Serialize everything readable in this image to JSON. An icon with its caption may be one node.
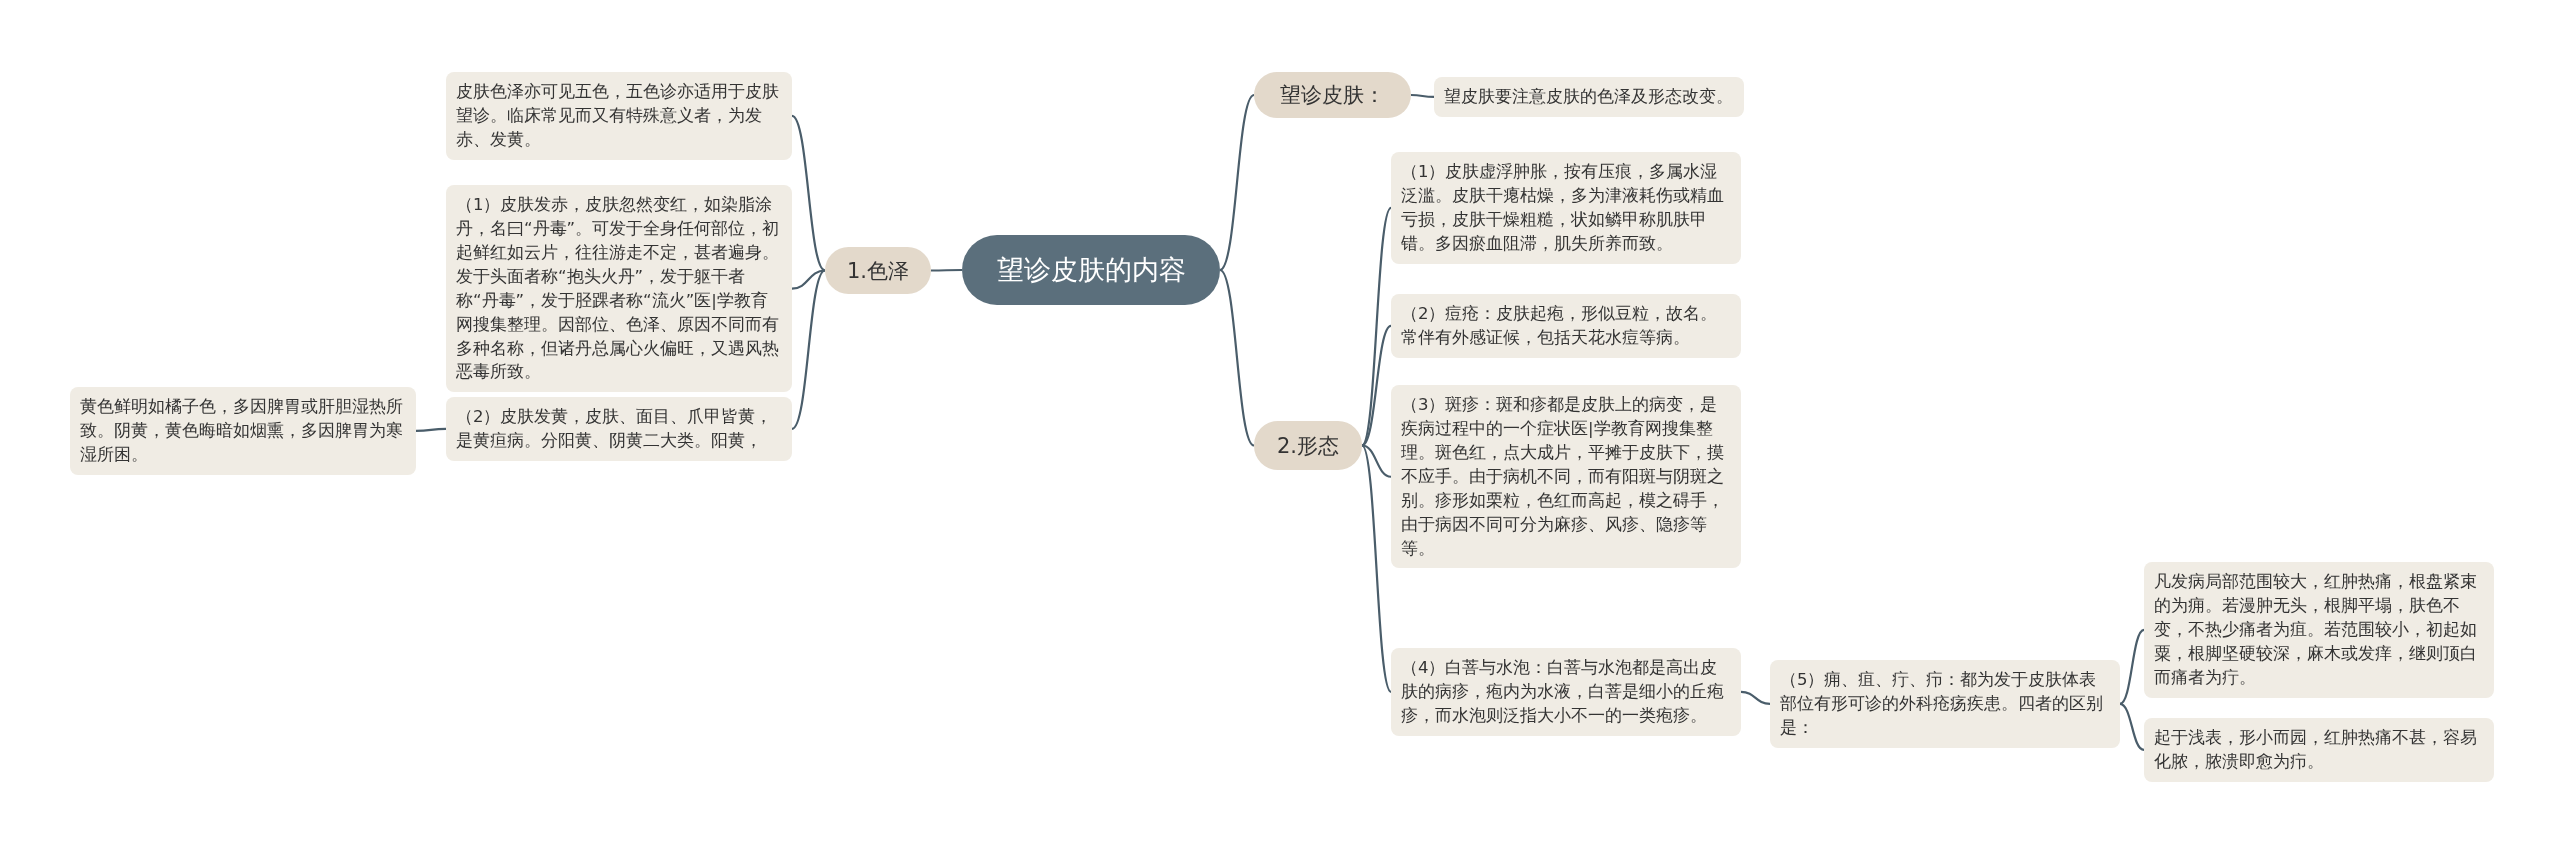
{
  "diagram": {
    "nodes": [
      {
        "text": [
          "望诊皮肤的内容"
        ]
      },
      {
        "text": [
          "望诊皮肤："
        ]
      },
      {
        "text": [
          "望皮肤要注意皮肤的色泽及形态改变。"
        ]
      },
      {
        "text": [
          "1.色泽"
        ]
      },
      {
        "text": [
          "皮肤色泽亦可见五色，五色诊亦适用于皮肤望诊。临床常见而又有特殊意义者，为发赤、发黄。"
        ]
      },
      {
        "text": [
          "（1）皮肤发赤，皮肤忽然变红，如染脂涂丹，名曰“丹毒”。可发于全身任何部位，初起鲜红如云片，往往游走不定，甚者遍身。发于头面者称“抱头火丹”，发于躯干者称“丹毒”，发于胫踝者称“流火”医|学教育网搜集整理。因部位、色泽、原因不同而有多种名称，但诸丹总属心火偏旺，又遇风热恶毒所致。"
        ]
      },
      {
        "text": [
          "（2）皮肤发黄，皮肤、面目、爪甲皆黄，是黄疸病。分阳黄、阴黄二大类。阳黄，"
        ]
      },
      {
        "text": [
          "黄色鲜明如橘子色，多因脾胃或肝胆湿热所致。阴黄，黄色晦暗如烟熏，多因脾胃为寒湿所困。"
        ]
      },
      {
        "text": [
          "2.形态"
        ]
      },
      {
        "text": [
          "（1）皮肤虚浮肿胀，按有压痕，多属水湿泛滥。皮肤干瘪枯燥，多为津液耗伤或精血亏损，皮肤干燥粗糙，状如鳞甲称肌肤甲错。多因瘀血阻滞，肌失所养而致。"
        ]
      },
      {
        "text": [
          "（2）痘疮：皮肤起疱，形似豆粒，故名。常伴有外感证候，包括天花水痘等病。"
        ]
      },
      {
        "text": [
          "（3）斑疹：斑和疹都是皮肤上的病变，是疾病过程中的一个症状医|学教育网搜集整理。斑色红，点大成片，平摊于皮肤下，摸不应手。由于病机不同，而有阳斑与阴斑之别。疹形如栗粒，色红而高起，模之碍手，由于病因不同可分为麻疹、风疹、隐疹等等。"
        ]
      },
      {
        "text": [
          "（4）白菩与水泡：白菩与水泡都是高出皮肤的病疹，疱内为水液，白菩是细小的丘疱疹，而水泡则泛指大小不一的一类疱疹。"
        ]
      },
      {
        "text": [
          "（5）痈、疽、疔、疖：都为发于皮肤体表部位有形可诊的外科疮疡疾患。四者的区别是："
        ]
      },
      {
        "text": [
          "凡发病局部范围较大，红肿热痛，根盘紧束的为痈。若漫肿无头，根脚平塌，肤色不变，不热少痛者为疽。若范围较小，初起如粟，根脚坚硬较深，麻木或发痒，继则顶白而痛者为疔。"
        ]
      },
      {
        "text": [
          "起于浅表，形小而园，红肿热痛不甚，容易化脓，脓溃即愈为疖。"
        ]
      }
    ],
    "edges": [
      {
        "from": 0,
        "to": 1,
        "arrow": "none"
      },
      {
        "from": 1,
        "to": 2,
        "arrow": "none"
      },
      {
        "from": 0,
        "to": 3,
        "arrow": "none"
      },
      {
        "from": 3,
        "to": 4,
        "arrow": "none"
      },
      {
        "from": 3,
        "to": 5,
        "arrow": "none"
      },
      {
        "from": 3,
        "to": 6,
        "arrow": "none"
      },
      {
        "from": 6,
        "to": 7,
        "arrow": "none"
      },
      {
        "from": 0,
        "to": 8,
        "arrow": "none"
      },
      {
        "from": 8,
        "to": 9,
        "arrow": "none"
      },
      {
        "from": 8,
        "to": 10,
        "arrow": "none"
      },
      {
        "from": 8,
        "to": 11,
        "arrow": "none"
      },
      {
        "from": 8,
        "to": 12,
        "arrow": "none"
      },
      {
        "from": 12,
        "to": 13,
        "arrow": "none"
      },
      {
        "from": 13,
        "to": 14,
        "arrow": "none"
      },
      {
        "from": 13,
        "to": 15,
        "arrow": "none"
      }
    ]
  }
}
